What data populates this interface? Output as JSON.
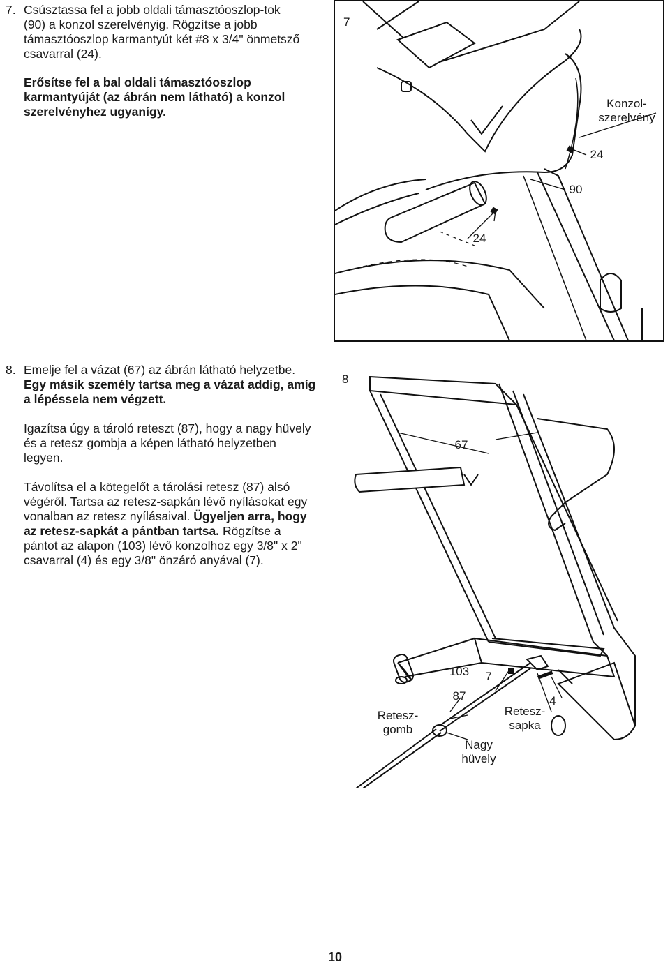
{
  "step7": {
    "number": "7.",
    "text1": "Csúsztassa fel a jobb oldali támasztóoszlop-tok (90) a konzol szerelvényig. Rögzítse a jobb támasztóoszlop karmantyút két #8 x 3/4\" önmetsző csavarral (24).",
    "text2": "Erősítse fel a bal oldali támasztóoszlop karmantyúját (az ábrán nem látható) a konzol szerelvényhez ugyanígy."
  },
  "figure7": {
    "number": "7",
    "labels": {
      "console": "Konzol-\nszerelvény",
      "screw_top": "24",
      "upright": "90",
      "screw_bottom": "24"
    }
  },
  "step8": {
    "number": "8.",
    "p1_plain": "Emelje fel a vázat (67) az ábrán látható helyzetbe.",
    "p1_bold": "Egy másik személy tartsa meg a vázat addig, amíg a lépéssela nem végzett.",
    "p2": "Igazítsa úgy a tároló reteszt (87), hogy a nagy hüvely és a retesz gombja a képen látható helyzetben legyen.",
    "p3_plain1": "Távolítsa el a kötegelőt a tárolási retesz (87) alsó végéről. Tartsa az retesz-sapkán lévő nyílásokat egy vonalban az retesz nyílásaival.",
    "p3_bold": "Ügyeljen arra, hogy az retesz-sapkát a pántban tartsa.",
    "p3_plain2": "Rögzítse a pántot az alapon (103) lévő konzolhoz egy 3/8\" x 2\" csavarral (4) és egy 3/8\" önzáró anyával (7)."
  },
  "figure8": {
    "number": "8",
    "labels": {
      "frame": "67",
      "base": "103",
      "nut": "7",
      "latch": "87",
      "bolt": "4",
      "latch_knob": "Retesz-\ngomb",
      "latch_cap": "Retesz-\nsapka",
      "large_sleeve": "Nagy\nhüvely"
    }
  },
  "page_number": "10"
}
